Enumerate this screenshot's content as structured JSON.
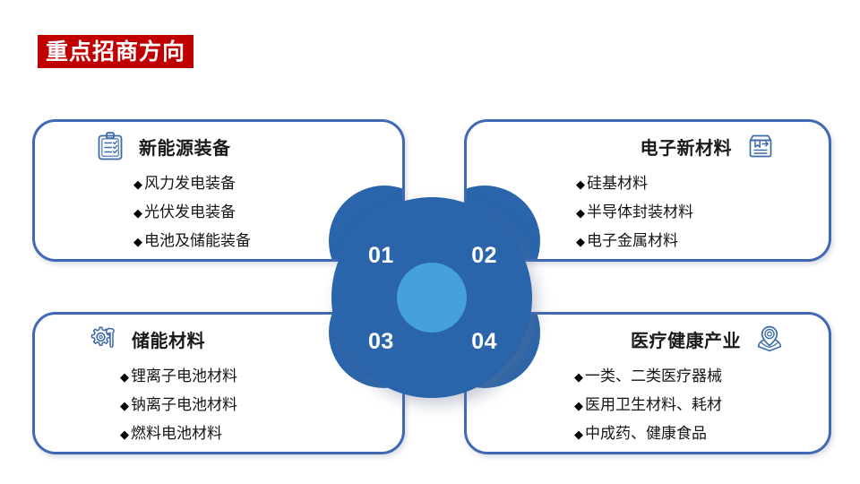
{
  "page": {
    "title": "重点招商方向",
    "accent_red": "#c00000",
    "accent_blue": "#2a65ab",
    "card_border": "#4069b5",
    "hub_inner_blue": "#45a0dd"
  },
  "hub": {
    "numbers": [
      "01",
      "02",
      "03",
      "04"
    ]
  },
  "cards": [
    {
      "number": "01",
      "title": "新能源装备",
      "icon": "clipboard-checklist-icon",
      "bullets": [
        "风力发电装备",
        "光伏发电装备",
        "电池及储能装备"
      ],
      "marker": "◆"
    },
    {
      "number": "02",
      "title": "电子新材料",
      "icon": "package-box-arrow-icon",
      "bullets": [
        "硅基材料",
        "半导体封装材料",
        "电子金属材料"
      ],
      "marker": "◆"
    },
    {
      "number": "03",
      "title": "储能材料",
      "icon": "gear-wrench-icon",
      "bullets": [
        "锂离子电池材料",
        "钠离子电池材料",
        "燃料电池材料"
      ],
      "marker": "◆"
    },
    {
      "number": "04",
      "title": "医疗健康产业",
      "icon": "location-pin-map-icon",
      "bullets": [
        "一类、二类医疗器械",
        "医用卫生材料、耗材",
        "中成药、健康食品"
      ],
      "marker": "◆"
    }
  ]
}
